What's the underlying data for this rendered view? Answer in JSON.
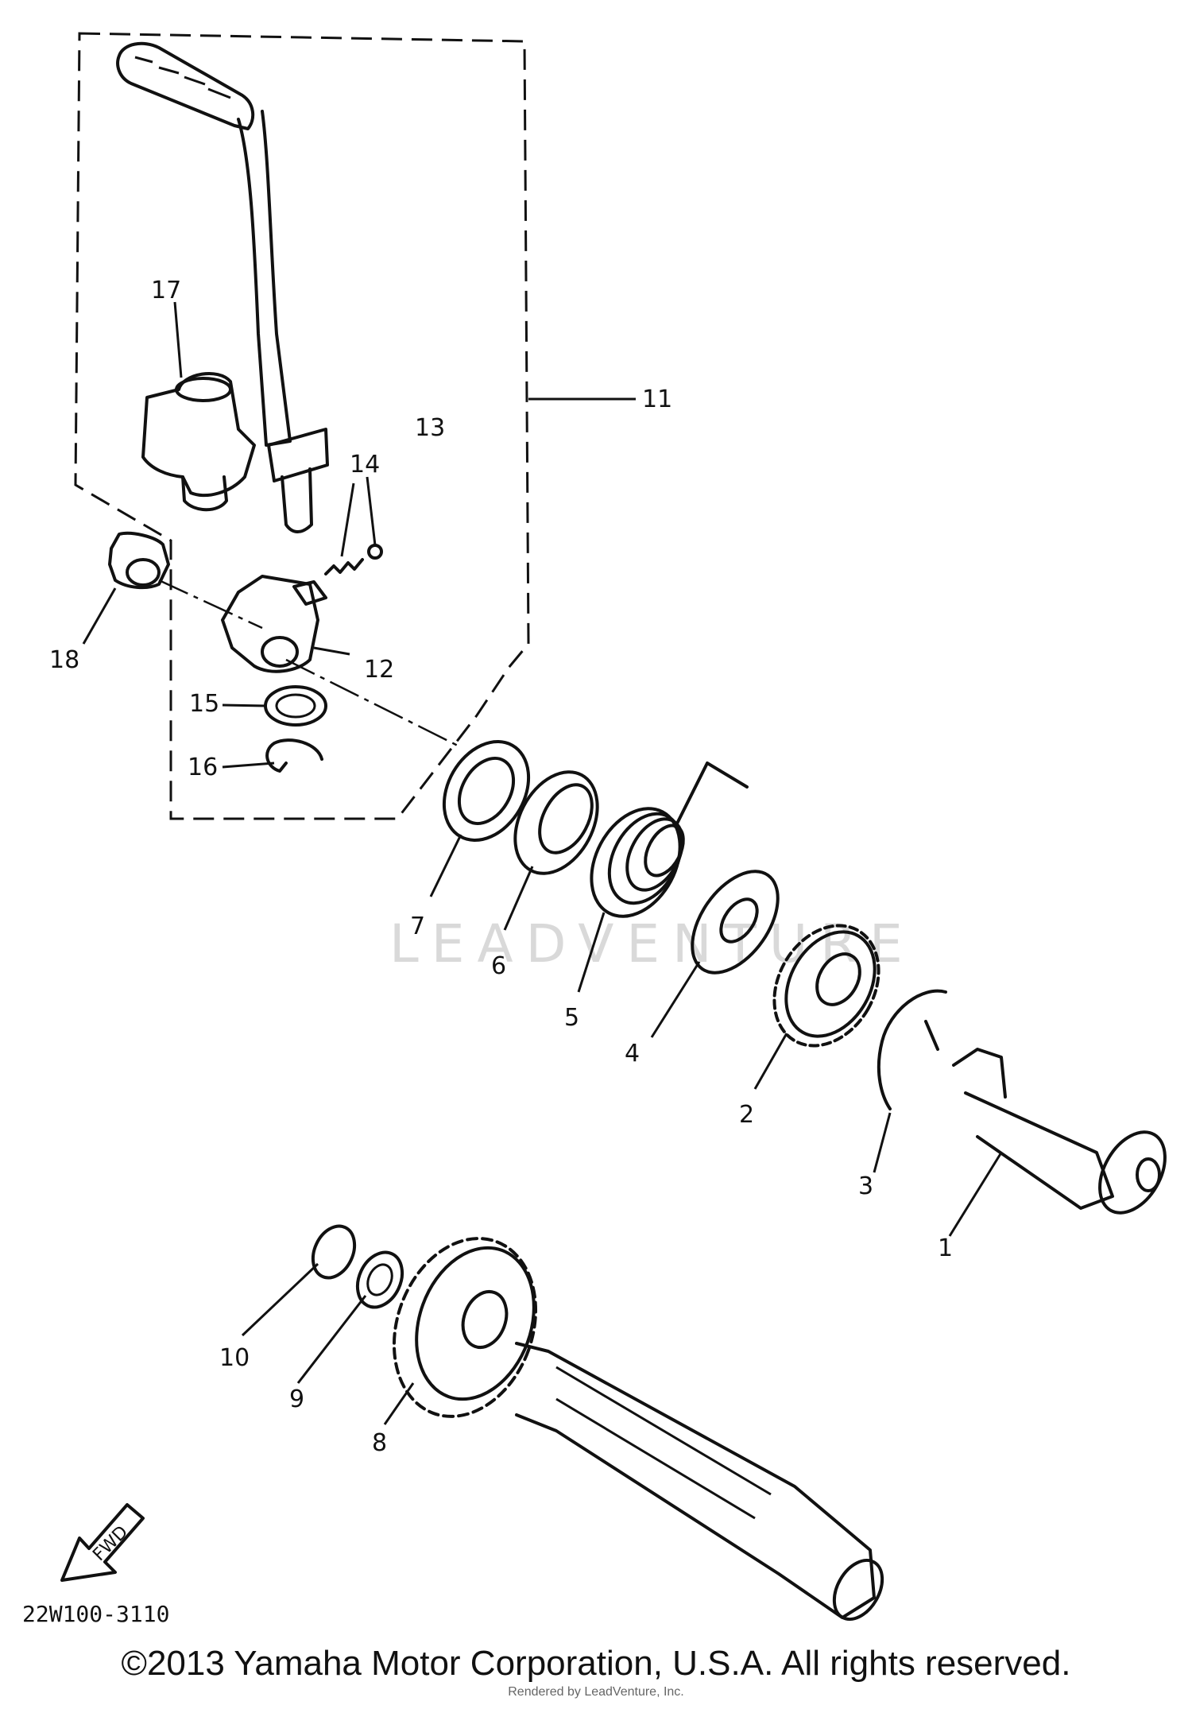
{
  "diagram": {
    "callouts": [
      "1",
      "2",
      "3",
      "4",
      "5",
      "6",
      "7",
      "8",
      "9",
      "10",
      "11",
      "12",
      "13",
      "14",
      "15",
      "16",
      "17",
      "18"
    ],
    "watermark": "LEADVENTURE",
    "fwd_label": "FWD",
    "drawing_code": "22W100-3110"
  },
  "footer": {
    "copyright": "©2013 Yamaha Motor Corporation, U.S.A. All rights reserved.",
    "credit": "Rendered by LeadVenture, Inc."
  }
}
